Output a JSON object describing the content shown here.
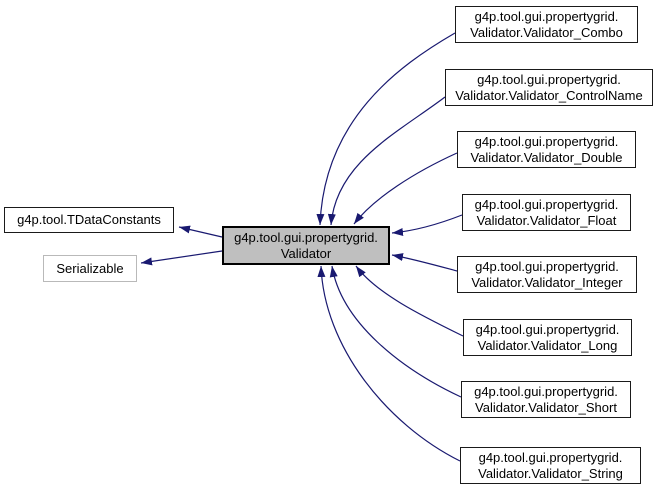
{
  "diagram": {
    "type": "class-inheritance-graph",
    "edge_color": "#191970",
    "node_border_color": "#1a1a1a",
    "external_border_color": "#b9b9b9",
    "center_fill_color": "#bfbfbf",
    "center_node": {
      "line1": "g4p.tool.gui.propertygrid.",
      "line2": "Validator"
    },
    "base_nodes": [
      {
        "label": "g4p.tool.TDataConstants"
      },
      {
        "label": "Serializable"
      }
    ],
    "derived_nodes": [
      {
        "line1": "g4p.tool.gui.propertygrid.",
        "line2": "Validator.Validator_Combo"
      },
      {
        "line1": "g4p.tool.gui.propertygrid.",
        "line2": "Validator.Validator_ControlName"
      },
      {
        "line1": "g4p.tool.gui.propertygrid.",
        "line2": "Validator.Validator_Double"
      },
      {
        "line1": "g4p.tool.gui.propertygrid.",
        "line2": "Validator.Validator_Float"
      },
      {
        "line1": "g4p.tool.gui.propertygrid.",
        "line2": "Validator.Validator_Integer"
      },
      {
        "line1": "g4p.tool.gui.propertygrid.",
        "line2": "Validator.Validator_Long"
      },
      {
        "line1": "g4p.tool.gui.propertygrid.",
        "line2": "Validator.Validator_Short"
      },
      {
        "line1": "g4p.tool.gui.propertygrid.",
        "line2": "Validator.Validator_String"
      }
    ]
  }
}
